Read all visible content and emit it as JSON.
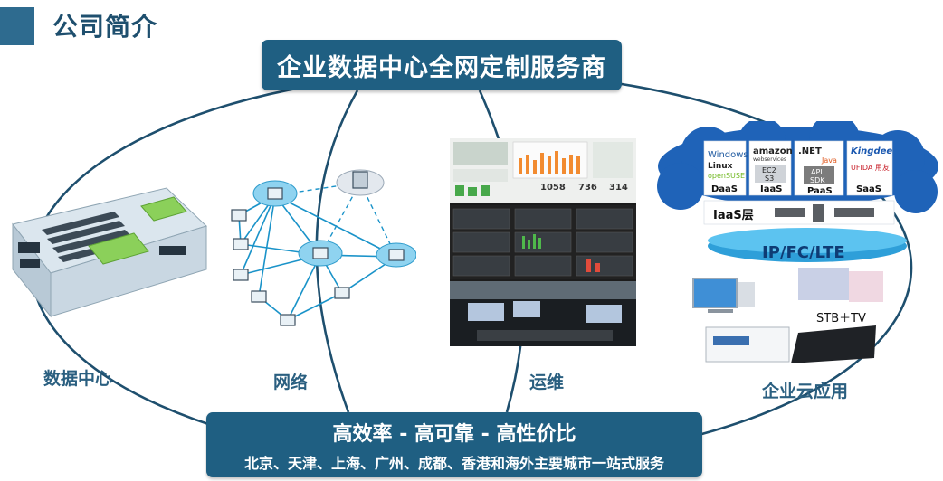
{
  "page": {
    "title": "公司简介"
  },
  "top_banner": {
    "text": "企业数据中心全网定制服务商"
  },
  "bottom_banner": {
    "tagline": "高效率 - 高可靠 - 高性价比",
    "cities": "北京、天津、上海、广州、成都、香港和海外主要城市一站式服务"
  },
  "sections": {
    "datacenter": "数据中心",
    "network": "网络",
    "operations": "运维",
    "cloud": "企业云应用"
  },
  "ops_screen": {
    "kpi_1": "1058",
    "kpi_2": "736",
    "kpi_3": "314"
  },
  "cloud": {
    "vendors": {
      "windows": "Windows",
      "linux": "Linux",
      "opensuse": "openSUSE",
      "amazon": "amazon",
      "amazon_sub": "webservices",
      "net": ".NET",
      "java": "Java",
      "kingdee": "Kingdee",
      "ufida": "UFIDA 用友"
    },
    "tiles": {
      "ec2": "EC2",
      "s3": "S3",
      "api": "API",
      "sdk": "SDK"
    },
    "layers": {
      "daas": "DaaS",
      "iaas": "IaaS",
      "paas": "PaaS",
      "saas": "SaaS"
    },
    "iaas_layer": "IaaS层",
    "transport": "IP/FC/LTE",
    "stb": "STB＋TV"
  },
  "colors": {
    "banner": "#1f5f82",
    "label": "#2a5f80",
    "title": "#1e4f6e",
    "accent": "#2e6b8f"
  }
}
